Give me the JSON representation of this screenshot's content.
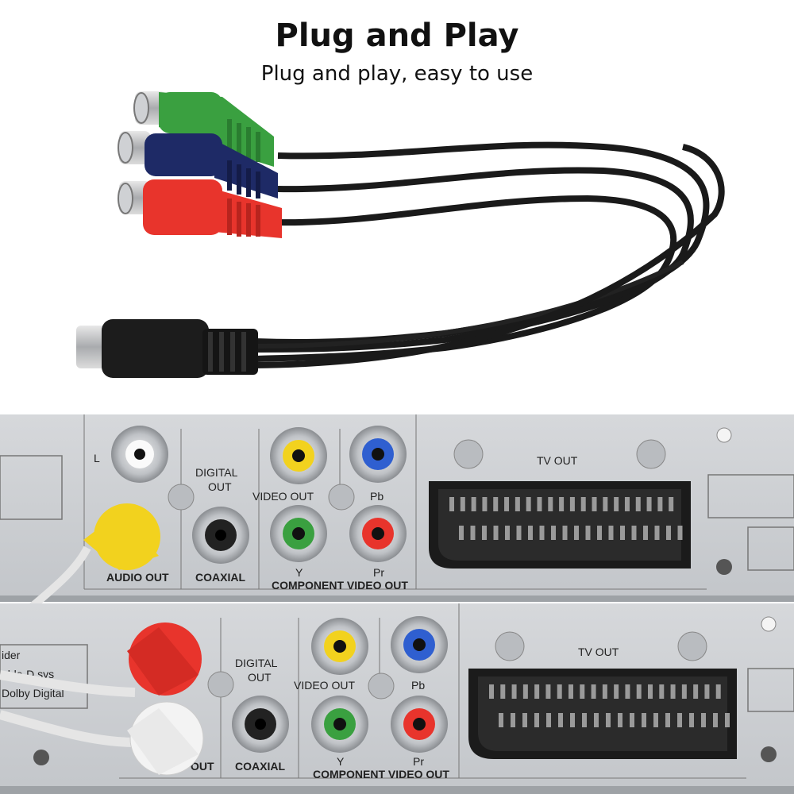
{
  "header": {
    "title": "Plug and Play",
    "subtitle": "Plug and play, easy to use"
  },
  "panel_top": {
    "l": "L",
    "digital_out": "DIGITAL",
    "digital_out2": "OUT",
    "video_out": "VIDEO OUT",
    "pb": "Pb",
    "tv_out": "TV OUT",
    "audio_out": "AUDIO OUT",
    "coaxial": "COAXIAL",
    "y": "Y",
    "pr": "Pr",
    "component_video_out": "COMPONENT VIDEO OUT"
  },
  "panel_bottom": {
    "digital_out": "DIGITAL",
    "digital_out2": "OUT",
    "video_out": "VIDEO OUT",
    "pb": "Pb",
    "tv_out": "TV OUT",
    "out": "OUT",
    "coaxial": "COAXIAL",
    "y": "Y",
    "pr": "Pr",
    "component_video_out": "COMPONENT VIDEO OUT",
    "side_text_1": "ider",
    "side_text_2": "uble-D sys",
    "side_text_3": "Dolby Digital"
  },
  "colors": {
    "green": "#3aa040",
    "blue": "#1e2a66",
    "red": "#e8342c",
    "yellow": "#f2d21e",
    "panel": "#c9ccd0",
    "cable": "#1a1a1a"
  }
}
